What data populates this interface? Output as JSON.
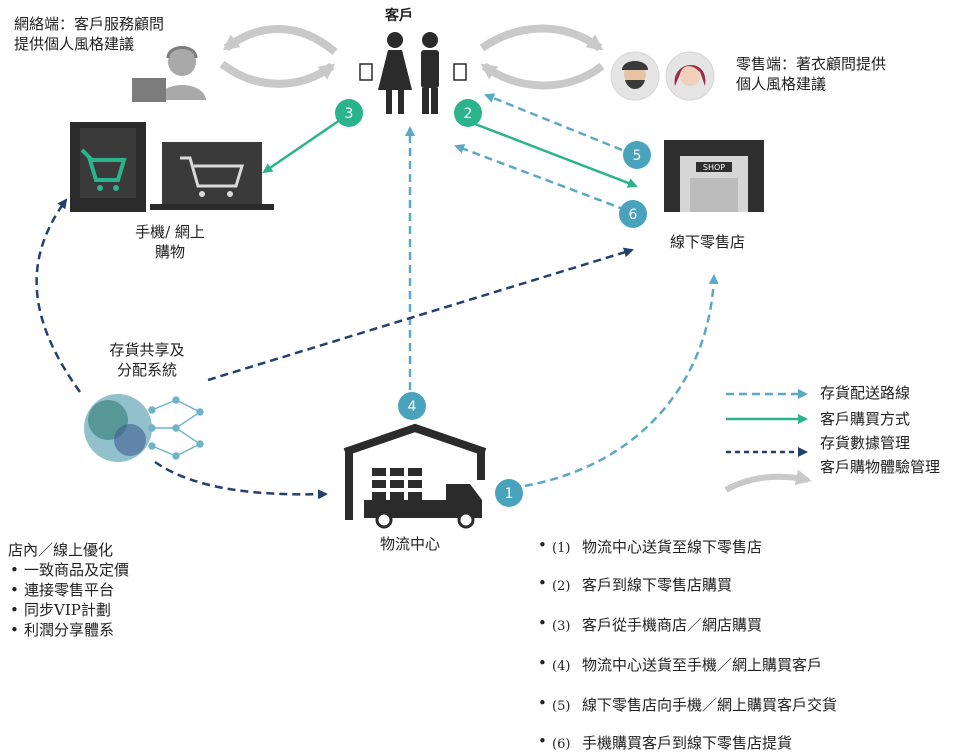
{
  "customer": {
    "title": "客戶"
  },
  "online_advisor": {
    "line1": "網絡端：客戶服務顧問",
    "line2": "提供個人風格建議"
  },
  "retail_advisor": {
    "line1": "零售端：著衣顧問提供",
    "line2": "個人風格建議"
  },
  "mobile_online": {
    "line1": "手機/ 網上",
    "line2": "購物"
  },
  "offline_store": {
    "label": "線下零售店",
    "sign": "SHOP"
  },
  "inventory_system": {
    "line1": "存貨共享及",
    "line2": "分配系統"
  },
  "logistics": {
    "label": "物流中心"
  },
  "badges": [
    "1",
    "2",
    "3",
    "4",
    "5",
    "6"
  ],
  "legend": {
    "items": [
      "存貨配送路線",
      "客戶購買方式",
      "存貨數據管理",
      "客戶購物體驗管理"
    ],
    "colors": {
      "dashed_teal": "#5aa9c4",
      "solid_green": "#2bb38c",
      "dashed_navy": "#23406e",
      "gray_curve": "#c9c9c9"
    }
  },
  "optimization": {
    "title": "店內／線上優化",
    "items": [
      "一致商品及定價",
      "連接零售平台",
      "同步VIP計劃",
      "利潤分享體系"
    ]
  },
  "steps": [
    {
      "num": "(1)",
      "text": "物流中心送貨至線下零售店"
    },
    {
      "num": "(2)",
      "text": "客戶到線下零售店購買"
    },
    {
      "num": "(3)",
      "text": "客戶從手機商店／網店購買"
    },
    {
      "num": "(4)",
      "text": "物流中心送貨至手機／網上購買客戶"
    },
    {
      "num": "(5)",
      "text": "線下零售店向手機／網上購買客戶交貨"
    },
    {
      "num": "(6)",
      "text": "手機購買客戶到線下零售店提貨"
    }
  ],
  "colors": {
    "badge_teal": "#4aa3bd",
    "badge_green": "#2bb38c",
    "icon_dark": "#2b2b2b"
  }
}
